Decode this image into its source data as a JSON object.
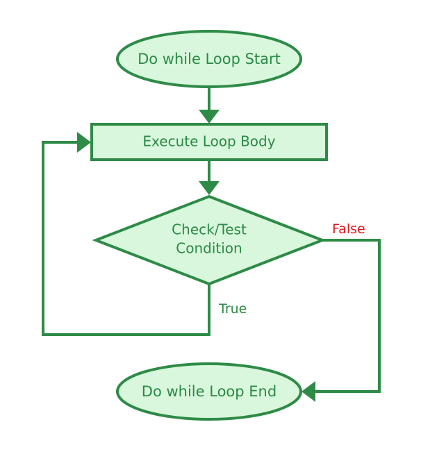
{
  "diagram": {
    "nodes": {
      "start": {
        "label": "Do while Loop Start",
        "shape": "ellipse"
      },
      "body": {
        "label": "Execute Loop Body",
        "shape": "rectangle"
      },
      "condition": {
        "line1": "Check/Test",
        "line2": "Condition",
        "shape": "diamond"
      },
      "end": {
        "label": "Do while Loop End",
        "shape": "ellipse"
      }
    },
    "edges": {
      "true_label": "True",
      "false_label": "False"
    },
    "colors": {
      "stroke": "#2e8b47",
      "fill": "#d9f7dc",
      "text": "#2a8a45",
      "false_text": "#e0141a"
    }
  }
}
